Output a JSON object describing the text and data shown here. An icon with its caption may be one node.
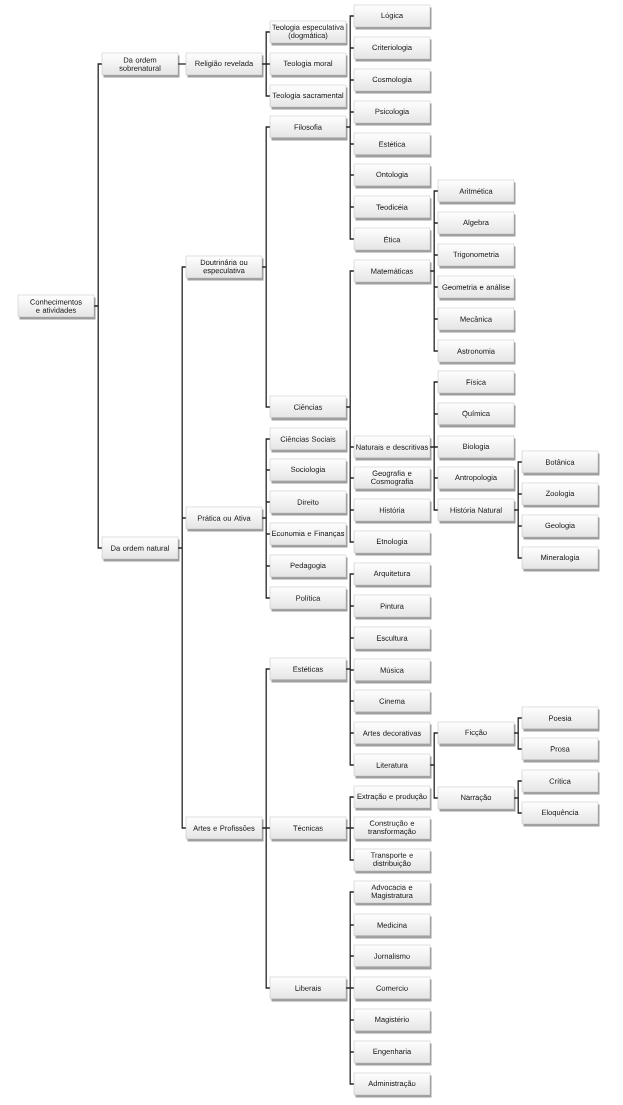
{
  "diagram": {
    "nodes": [
      {
        "text": [
          "Conhecimentos e atividades"
        ]
      },
      {
        "text": [
          "Da ordem sobrenatural"
        ]
      },
      {
        "text": [
          "Religião revelada"
        ]
      },
      {
        "text": [
          "Teologia especulativa (dogmática)"
        ]
      },
      {
        "text": [
          "Teologia moral"
        ]
      },
      {
        "text": [
          "Teologia sacramental"
        ]
      },
      {
        "text": [
          "Da ordem natural"
        ]
      },
      {
        "text": [
          "Doutrinária ou especulativa"
        ]
      },
      {
        "text": [
          "Filosofia"
        ]
      },
      {
        "text": [
          "Lógica"
        ]
      },
      {
        "text": [
          "Criteriologia"
        ]
      },
      {
        "text": [
          "Cosmologia"
        ]
      },
      {
        "text": [
          "Psicologia"
        ]
      },
      {
        "text": [
          "Estética"
        ]
      },
      {
        "text": [
          "Ontologia"
        ]
      },
      {
        "text": [
          "Teodicéia"
        ]
      },
      {
        "text": [
          "Ética"
        ]
      },
      {
        "text": [
          "Ciências"
        ]
      },
      {
        "text": [
          "Matemáticas"
        ]
      },
      {
        "text": [
          "Aritmética"
        ]
      },
      {
        "text": [
          "Algebra"
        ]
      },
      {
        "text": [
          "Trigonometria"
        ]
      },
      {
        "text": [
          "Geometria e análise"
        ]
      },
      {
        "text": [
          "Mecânica"
        ]
      },
      {
        "text": [
          "Astronomia"
        ]
      },
      {
        "text": [
          "Naturais e descritivas"
        ]
      },
      {
        "text": [
          "Física"
        ]
      },
      {
        "text": [
          "Química"
        ]
      },
      {
        "text": [
          "Biologia"
        ]
      },
      {
        "text": [
          "Antropologia"
        ]
      },
      {
        "text": [
          "História Natural"
        ]
      },
      {
        "text": [
          "Botânica"
        ]
      },
      {
        "text": [
          "Zoologia"
        ]
      },
      {
        "text": [
          "Geologia"
        ]
      },
      {
        "text": [
          "Mineralogia"
        ]
      },
      {
        "text": [
          "Geografia e Cosmografia"
        ]
      },
      {
        "text": [
          "História"
        ]
      },
      {
        "text": [
          "Etnologia"
        ]
      },
      {
        "text": [
          "Prática ou Ativa"
        ]
      },
      {
        "text": [
          "Ciências Sociais"
        ]
      },
      {
        "text": [
          "Sociologia"
        ]
      },
      {
        "text": [
          "Direito"
        ]
      },
      {
        "text": [
          "Economia e Finanças"
        ]
      },
      {
        "text": [
          "Pedagogia"
        ]
      },
      {
        "text": [
          "Política"
        ]
      },
      {
        "text": [
          "Artes e Profissões"
        ]
      },
      {
        "text": [
          "Estéticas"
        ]
      },
      {
        "text": [
          "Arquitetura"
        ]
      },
      {
        "text": [
          "Pintura"
        ]
      },
      {
        "text": [
          "Escultura"
        ]
      },
      {
        "text": [
          "Música"
        ]
      },
      {
        "text": [
          "Cinema"
        ]
      },
      {
        "text": [
          "Artes decorativas"
        ]
      },
      {
        "text": [
          "Literatura"
        ]
      },
      {
        "text": [
          "Ficção"
        ]
      },
      {
        "text": [
          "Poesia"
        ]
      },
      {
        "text": [
          "Prosa"
        ]
      },
      {
        "text": [
          "Narração"
        ]
      },
      {
        "text": [
          "Crítica"
        ]
      },
      {
        "text": [
          "Eloquência"
        ]
      },
      {
        "text": [
          "Técnicas"
        ]
      },
      {
        "text": [
          "Extração e produção"
        ]
      },
      {
        "text": [
          "Construção e transformação"
        ]
      },
      {
        "text": [
          "Transporte e distribuição"
        ]
      },
      {
        "text": [
          "Liberais"
        ]
      },
      {
        "text": [
          "Advocacia e Magistratura"
        ]
      },
      {
        "text": [
          "Medicina"
        ]
      },
      {
        "text": [
          "Jornalismo"
        ]
      },
      {
        "text": [
          "Comercio"
        ]
      },
      {
        "text": [
          "Magistério"
        ]
      },
      {
        "text": [
          "Engenharia"
        ]
      },
      {
        "text": [
          "Administração"
        ]
      }
    ],
    "edges": [
      {
        "from": 0,
        "to": 1,
        "arrow": "none"
      },
      {
        "from": 1,
        "to": 2,
        "arrow": "none"
      },
      {
        "from": 2,
        "to": 3,
        "arrow": "none"
      },
      {
        "from": 2,
        "to": 4,
        "arrow": "none"
      },
      {
        "from": 2,
        "to": 5,
        "arrow": "none"
      },
      {
        "from": 0,
        "to": 6,
        "arrow": "none"
      },
      {
        "from": 6,
        "to": 7,
        "arrow": "none"
      },
      {
        "from": 7,
        "to": 8,
        "arrow": "none"
      },
      {
        "from": 8,
        "to": 9,
        "arrow": "none"
      },
      {
        "from": 8,
        "to": 10,
        "arrow": "none"
      },
      {
        "from": 8,
        "to": 11,
        "arrow": "none"
      },
      {
        "from": 8,
        "to": 12,
        "arrow": "none"
      },
      {
        "from": 8,
        "to": 13,
        "arrow": "none"
      },
      {
        "from": 8,
        "to": 14,
        "arrow": "none"
      },
      {
        "from": 8,
        "to": 15,
        "arrow": "none"
      },
      {
        "from": 8,
        "to": 16,
        "arrow": "none"
      },
      {
        "from": 7,
        "to": 17,
        "arrow": "none"
      },
      {
        "from": 17,
        "to": 18,
        "arrow": "none"
      },
      {
        "from": 18,
        "to": 19,
        "arrow": "none"
      },
      {
        "from": 18,
        "to": 20,
        "arrow": "none"
      },
      {
        "from": 18,
        "to": 21,
        "arrow": "none"
      },
      {
        "from": 18,
        "to": 22,
        "arrow": "none"
      },
      {
        "from": 18,
        "to": 23,
        "arrow": "none"
      },
      {
        "from": 18,
        "to": 24,
        "arrow": "none"
      },
      {
        "from": 17,
        "to": 25,
        "arrow": "none"
      },
      {
        "from": 25,
        "to": 26,
        "arrow": "none"
      },
      {
        "from": 25,
        "to": 27,
        "arrow": "none"
      },
      {
        "from": 25,
        "to": 28,
        "arrow": "none"
      },
      {
        "from": 25,
        "to": 29,
        "arrow": "none"
      },
      {
        "from": 25,
        "to": 30,
        "arrow": "none"
      },
      {
        "from": 30,
        "to": 31,
        "arrow": "none"
      },
      {
        "from": 30,
        "to": 32,
        "arrow": "none"
      },
      {
        "from": 30,
        "to": 33,
        "arrow": "none"
      },
      {
        "from": 30,
        "to": 34,
        "arrow": "none"
      },
      {
        "from": 17,
        "to": 35,
        "arrow": "none"
      },
      {
        "from": 17,
        "to": 36,
        "arrow": "none"
      },
      {
        "from": 17,
        "to": 37,
        "arrow": "none"
      },
      {
        "from": 6,
        "to": 38,
        "arrow": "none"
      },
      {
        "from": 38,
        "to": 39,
        "arrow": "none"
      },
      {
        "from": 38,
        "to": 40,
        "arrow": "none"
      },
      {
        "from": 38,
        "to": 41,
        "arrow": "none"
      },
      {
        "from": 38,
        "to": 42,
        "arrow": "none"
      },
      {
        "from": 38,
        "to": 43,
        "arrow": "none"
      },
      {
        "from": 38,
        "to": 44,
        "arrow": "none"
      },
      {
        "from": 6,
        "to": 45,
        "arrow": "none"
      },
      {
        "from": 45,
        "to": 46,
        "arrow": "none"
      },
      {
        "from": 46,
        "to": 47,
        "arrow": "none"
      },
      {
        "from": 46,
        "to": 48,
        "arrow": "none"
      },
      {
        "from": 46,
        "to": 49,
        "arrow": "none"
      },
      {
        "from": 46,
        "to": 50,
        "arrow": "none"
      },
      {
        "from": 46,
        "to": 51,
        "arrow": "none"
      },
      {
        "from": 46,
        "to": 52,
        "arrow": "none"
      },
      {
        "from": 46,
        "to": 53,
        "arrow": "none"
      },
      {
        "from": 53,
        "to": 54,
        "arrow": "none"
      },
      {
        "from": 54,
        "to": 55,
        "arrow": "none"
      },
      {
        "from": 54,
        "to": 56,
        "arrow": "none"
      },
      {
        "from": 53,
        "to": 57,
        "arrow": "none"
      },
      {
        "from": 57,
        "to": 58,
        "arrow": "none"
      },
      {
        "from": 57,
        "to": 59,
        "arrow": "none"
      },
      {
        "from": 45,
        "to": 60,
        "arrow": "none"
      },
      {
        "from": 60,
        "to": 61,
        "arrow": "none"
      },
      {
        "from": 60,
        "to": 62,
        "arrow": "none"
      },
      {
        "from": 60,
        "to": 63,
        "arrow": "none"
      },
      {
        "from": 45,
        "to": 64,
        "arrow": "none"
      },
      {
        "from": 64,
        "to": 65,
        "arrow": "none"
      },
      {
        "from": 64,
        "to": 66,
        "arrow": "none"
      },
      {
        "from": 64,
        "to": 67,
        "arrow": "none"
      },
      {
        "from": 64,
        "to": 68,
        "arrow": "none"
      },
      {
        "from": 64,
        "to": 69,
        "arrow": "none"
      },
      {
        "from": 64,
        "to": 70,
        "arrow": "none"
      },
      {
        "from": 64,
        "to": 71,
        "arrow": "none"
      }
    ]
  }
}
